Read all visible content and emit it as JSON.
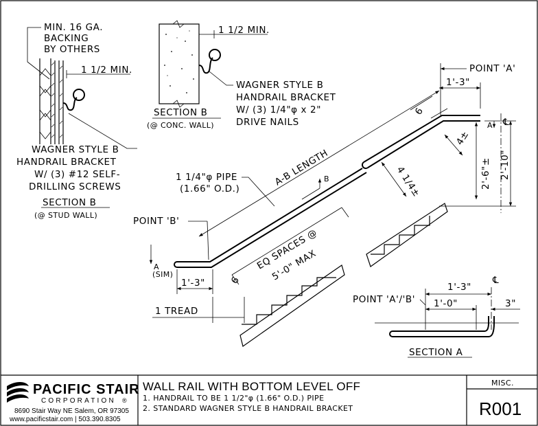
{
  "notes": {
    "backing": [
      "MIN. 16 GA.",
      "BACKING",
      "BY OTHERS"
    ],
    "stud_clearance": "1 1/2 MIN.",
    "stud_bracket": [
      "WAGNER STYLE B",
      "HANDRAIL BRACKET",
      "W/ (3) #12 SELF-",
      "DRILLING SCREWS"
    ],
    "stud_section_title": "SECTION B",
    "stud_section_sub": "(@ STUD WALL)",
    "conc_clearance": "1 1/2 MIN.",
    "conc_bracket": [
      "WAGNER STYLE B",
      "HANDRAIL BRACKET",
      "W/ (3) 1/4\"φ x 2\"",
      "DRIVE NAILS"
    ],
    "conc_section_title": "SECTION B",
    "conc_section_sub": "(@ CONC. WALL)",
    "point_a": "POINT 'A'",
    "point_b": "POINT 'B'",
    "pipe": [
      "1 1/4\"φ PIPE",
      "(1.66\" O.D.)"
    ],
    "ab_length": "A-B LENGTH",
    "eq_spaces": [
      "EQ SPACES @",
      "5'-0\" MAX"
    ],
    "section_marker_b": "B",
    "section_marker_a": "A",
    "section_marker_a_sim": "(SIM)",
    "dim_top_ext": "1'-3\"",
    "dim_bottom_ext": "1'-3\"",
    "dim_six_top": "6",
    "dim_six_bottom": "6",
    "dim_four": "4±",
    "dim_four_quarter": "4 1/4±",
    "dim_26": "2'-6\"±",
    "dim_210": "2'-10\"",
    "centerline": "℄",
    "one_tread": "1 TREAD",
    "point_ab": "POINT 'A'/'B'",
    "sec_a_dim_top": "1'-3\"",
    "sec_a_dim_mid": "1'-0\"",
    "sec_a_dim_right": "3\"",
    "section_a_title": "SECTION A"
  },
  "title_block": {
    "company_name": "PACIFIC STAIR",
    "company_sub": "CORPORATION",
    "registered": "®",
    "address": "8690 Stair Way NE Salem, OR 97305",
    "contact": "www.pacificstair.com  |  503.390.8305",
    "drawing_title": "WALL RAIL WITH BOTTOM LEVEL OFF",
    "note_1": "1.  HANDRAIL TO BE 1 1/2\"φ (1.66\" O.D.) PIPE",
    "note_2": "2. STANDARD WAGNER STYLE B HANDRAIL BRACKET",
    "category": "MISC.",
    "drawing_number": "R001"
  }
}
